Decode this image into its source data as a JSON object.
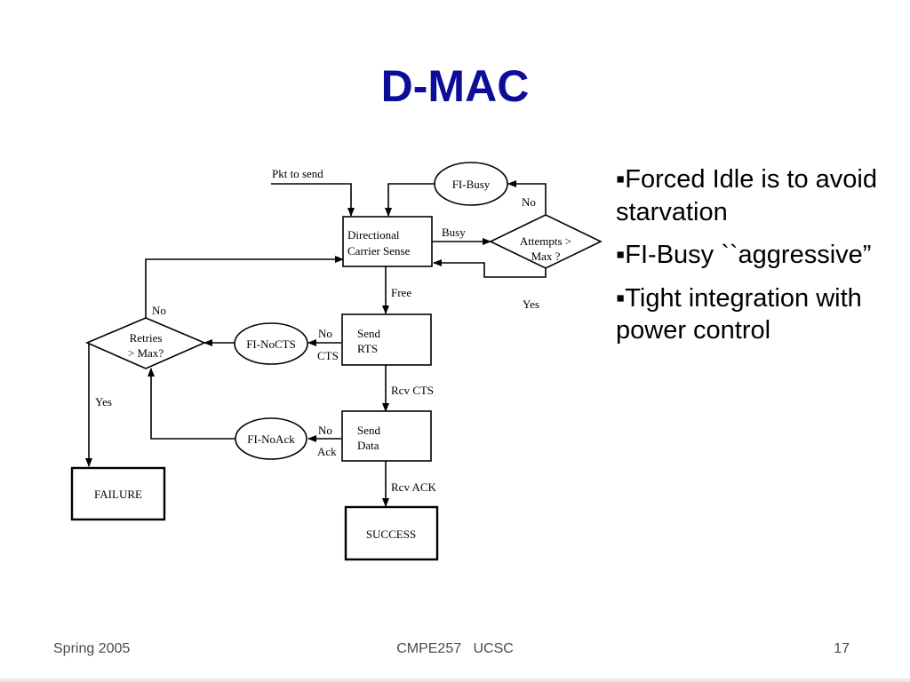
{
  "slide": {
    "title": "D-MAC",
    "bullets": [
      "▪Forced Idle is to avoid starvation",
      "▪FI-Busy ``aggressive”",
      "▪Tight integration with power control"
    ],
    "footer": {
      "left": "Spring 2005",
      "center": "CMPE257   UCSC",
      "right": "17"
    }
  },
  "diagram": {
    "nodes": {
      "pkt_to_send": "Pkt to send",
      "carrier_sense_line1": "Directional",
      "carrier_sense_line2": "Carrier Sense",
      "fi_busy": "FI-Busy",
      "attempts_line1": "Attempts >",
      "attempts_line2": "Max ?",
      "send_rts_line1": "Send",
      "send_rts_line2": "RTS",
      "fi_nocts": "FI-NoCTS",
      "retries_line1": "Retries",
      "retries_line2": "> Max?",
      "send_data_line1": "Send",
      "send_data_line2": "Data",
      "fi_noack": "FI-NoAck",
      "failure": "FAILURE",
      "success": "SUCCESS"
    },
    "edge_labels": {
      "busy": "Busy",
      "free": "Free",
      "no_attempts": "No",
      "yes_attempts": "Yes",
      "no_retries": "No",
      "yes_retries": "Yes",
      "rcv_cts": "Rcv CTS",
      "rcv_ack": "Rcv ACK",
      "no_cts_1": "No",
      "no_cts_2": "CTS",
      "no_ack_1": "No",
      "no_ack_2": "Ack"
    }
  }
}
